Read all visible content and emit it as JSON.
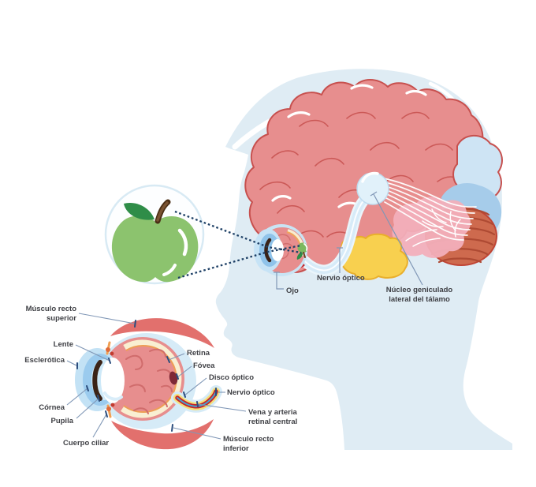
{
  "labels": {
    "ojo": "Ojo",
    "nervio_optico_superior": "Nervio óptico",
    "nucleo_geniculado": "Núcleo geniculado lateral del tálamo",
    "musculo_recto_superior": "Músculo recto superior",
    "lente": "Lente",
    "esclerotica": "Esclerótica",
    "cornea": "Córnea",
    "pupila": "Pupila",
    "cuerpo_ciliar": "Cuerpo ciliar",
    "retina": "Retina",
    "fovea": "Fóvea",
    "disco_optico": "Disco óptico",
    "nervio_optico_inferior": "Nervio óptico",
    "vena_arteria": "Vena y arteria retinal central",
    "musculo_recto_inferior": "Músculo recto inferior"
  },
  "icons": {
    "apple": "green-apple-stimulus",
    "eye_small": "eye-with-inverted-apple-image",
    "brain": "brain-side-view",
    "lgn": "lateral-geniculate-nucleus-circle"
  },
  "colors": {
    "background": "#ffffff",
    "head_silhouette": "#dfecf4",
    "brain_pink": "#e78e8e",
    "brain_outline": "#c7504e",
    "occipital_light": "#cee4f4",
    "occipital_dark": "#a6ccea",
    "cerebellum": "#ce6a4e",
    "cerebellum_stripe": "#ae4a33",
    "arbor_pink": "#f2afba",
    "temporal_yellow": "#f8d04f",
    "nerve_blue": "#d7ebf8",
    "lgn_fill": "#e1f1fa",
    "apple_green": "#8cc36e",
    "leaf_green": "#2f8d48",
    "stem_brown": "#6b4423",
    "muscle_red": "#e2706d",
    "retina_cream": "#f9efd2",
    "retina_orange": "#ee9e55",
    "cornea_blue": "#9bcbee",
    "pupil_dark": "#3b2317",
    "fovea_maroon": "#7e2936",
    "artery_red": "#c5272b",
    "vein_blue": "#3fa9dc",
    "sight_line": "#1e4066",
    "leader_line": "#8097b6",
    "label_text": "#3f4045"
  }
}
